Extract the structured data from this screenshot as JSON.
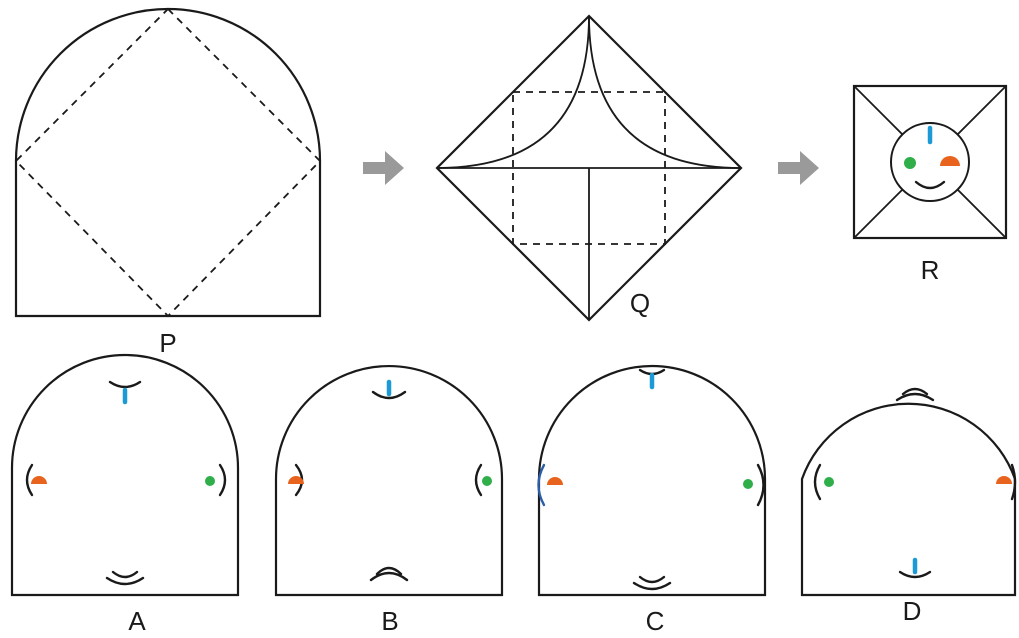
{
  "labels": {
    "p": "P",
    "q": "Q",
    "r": "R",
    "a": "A",
    "b": "B",
    "c": "C",
    "d": "D"
  },
  "colors": {
    "blue_mark": "#1b9ad6",
    "orange_mark": "#e8641e",
    "green_mark": "#2fae4a",
    "line": "#1a1a1a",
    "arrow": "#9a9a9a"
  }
}
